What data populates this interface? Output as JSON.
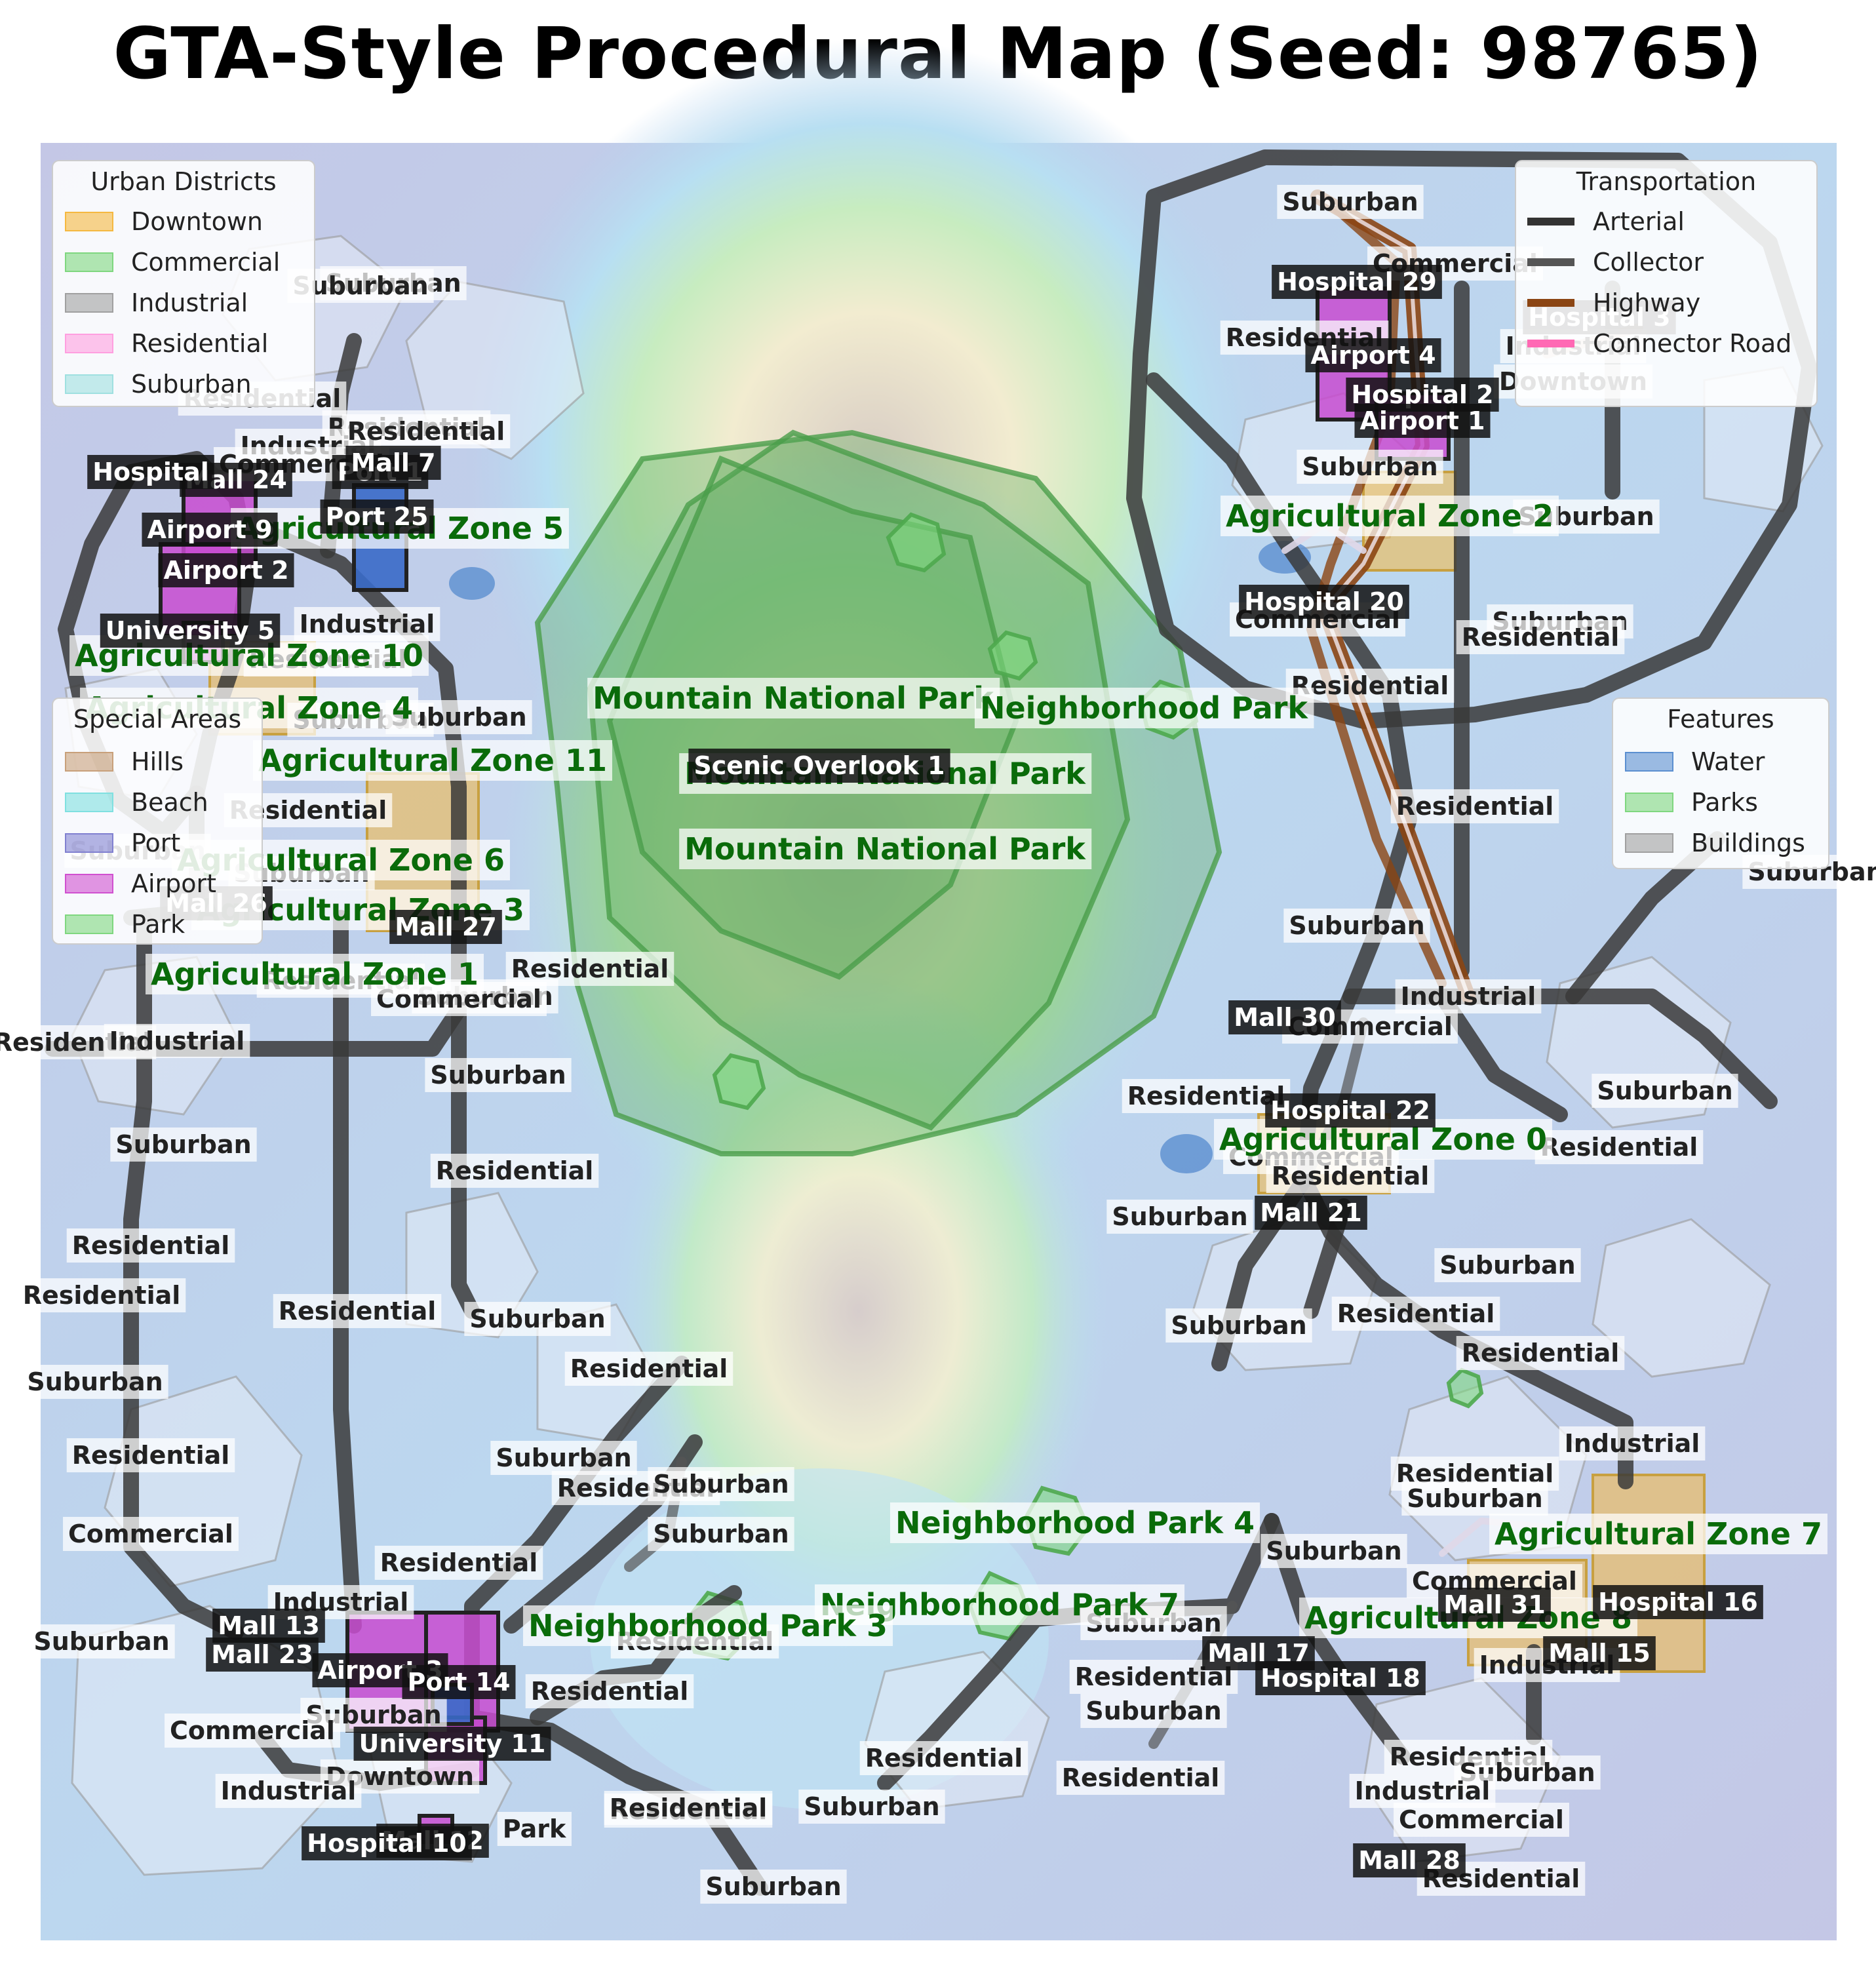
{
  "title": "GTA-Style Procedural Map (Seed: 98765)",
  "colors": {
    "downtown": "#f5b840",
    "commercial": "#7fd77f",
    "industrial": "#a0a0a0",
    "residential": "#ff9fe0",
    "suburban": "#9fe0e0",
    "road": "#3c3c3c",
    "highway": "#8b4513",
    "park": "#5aaa5a",
    "water": "#5b8fd0",
    "poi": "#c84bd0"
  },
  "legends": {
    "urban": {
      "title": "Urban Districts",
      "items": [
        {
          "label": "Downtown",
          "color": "#f5b840"
        },
        {
          "label": "Commercial",
          "color": "#7fd77f"
        },
        {
          "label": "Industrial",
          "color": "#a0a0a0"
        },
        {
          "label": "Residential",
          "color": "#ff9fe0"
        },
        {
          "label": "Suburban",
          "color": "#9fe0e0"
        }
      ]
    },
    "transport": {
      "title": "Transportation",
      "items": [
        {
          "label": "Arterial",
          "color": "#333333"
        },
        {
          "label": "Collector",
          "color": "#555555"
        },
        {
          "label": "Highway",
          "color": "#8b4513"
        },
        {
          "label": "Connector Road",
          "color": "#ff69b4"
        }
      ]
    },
    "special": {
      "title": "Special Areas",
      "items": [
        {
          "label": "Hills",
          "color": "#c8a07a"
        },
        {
          "label": "Beach",
          "color": "#7fe0e0"
        },
        {
          "label": "Port",
          "color": "#8080d0"
        },
        {
          "label": "Airport",
          "color": "#d050d0"
        },
        {
          "label": "Park",
          "color": "#7fd77f"
        }
      ]
    },
    "features": {
      "title": "Features",
      "items": [
        {
          "label": "Water",
          "color": "#5b8fd0"
        },
        {
          "label": "Parks",
          "color": "#7fd77f"
        },
        {
          "label": "Buildings",
          "color": "#a0a0a0"
        }
      ]
    }
  },
  "green_labels": [
    "Mountain National Park",
    "Mountain National Park",
    "Mountain National Park",
    "Neighborhood Park",
    "Neighborhood Park 4",
    "Neighborhood Park 7",
    "Neighborhood Park 3",
    "Agricultural Zone 0",
    "Agricultural Zone 2",
    "Agricultural Zone 3",
    "Agricultural Zone 4",
    "Agricultural Zone 5",
    "Agricultural Zone 6",
    "Agricultural Zone 7",
    "Agricultural Zone 8",
    "Agricultural Zone 10",
    "Agricultural Zone 11",
    "Agricultural Zone 1"
  ],
  "poi_labels": [
    "Scenic Overlook 1",
    "Hospital 29",
    "Airport 4",
    "Hospital 2",
    "Airport 1",
    "Hospital 3",
    "Hospital 20",
    "Mall 24",
    "Airport 9",
    "Airport 2",
    "Port 1",
    "Port 25",
    "Mall 7",
    "University 5",
    "Mall 26",
    "Mall 27",
    "Mall 30",
    "Hospital 22",
    "Mall 21",
    "Mall 13",
    "Mall 23",
    "Airport 3",
    "Port 14",
    "University 11",
    "Mall 12",
    "Mall 17",
    "Hospital 18",
    "Mall 31",
    "Hospital 16",
    "Mall 15",
    "Mall 28",
    "Hospital",
    "Hospital 10"
  ],
  "district_labels": [
    "Suburban",
    "Residential",
    "Industrial",
    "Commercial",
    "Downtown",
    "Park"
  ]
}
